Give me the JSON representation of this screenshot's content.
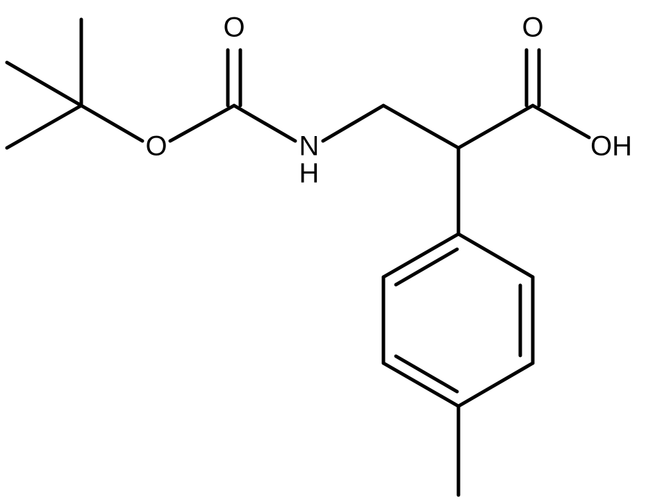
{
  "atoms": {
    "carbonyl_oxygen_boc": "O",
    "ester_oxygen": "O",
    "amine_nitrogen": "N",
    "amine_hydrogen": "H",
    "carbonyl_oxygen_acid": "O",
    "hydroxyl": "OH"
  },
  "colors": {
    "bond": "#000000",
    "background": "#ffffff"
  }
}
